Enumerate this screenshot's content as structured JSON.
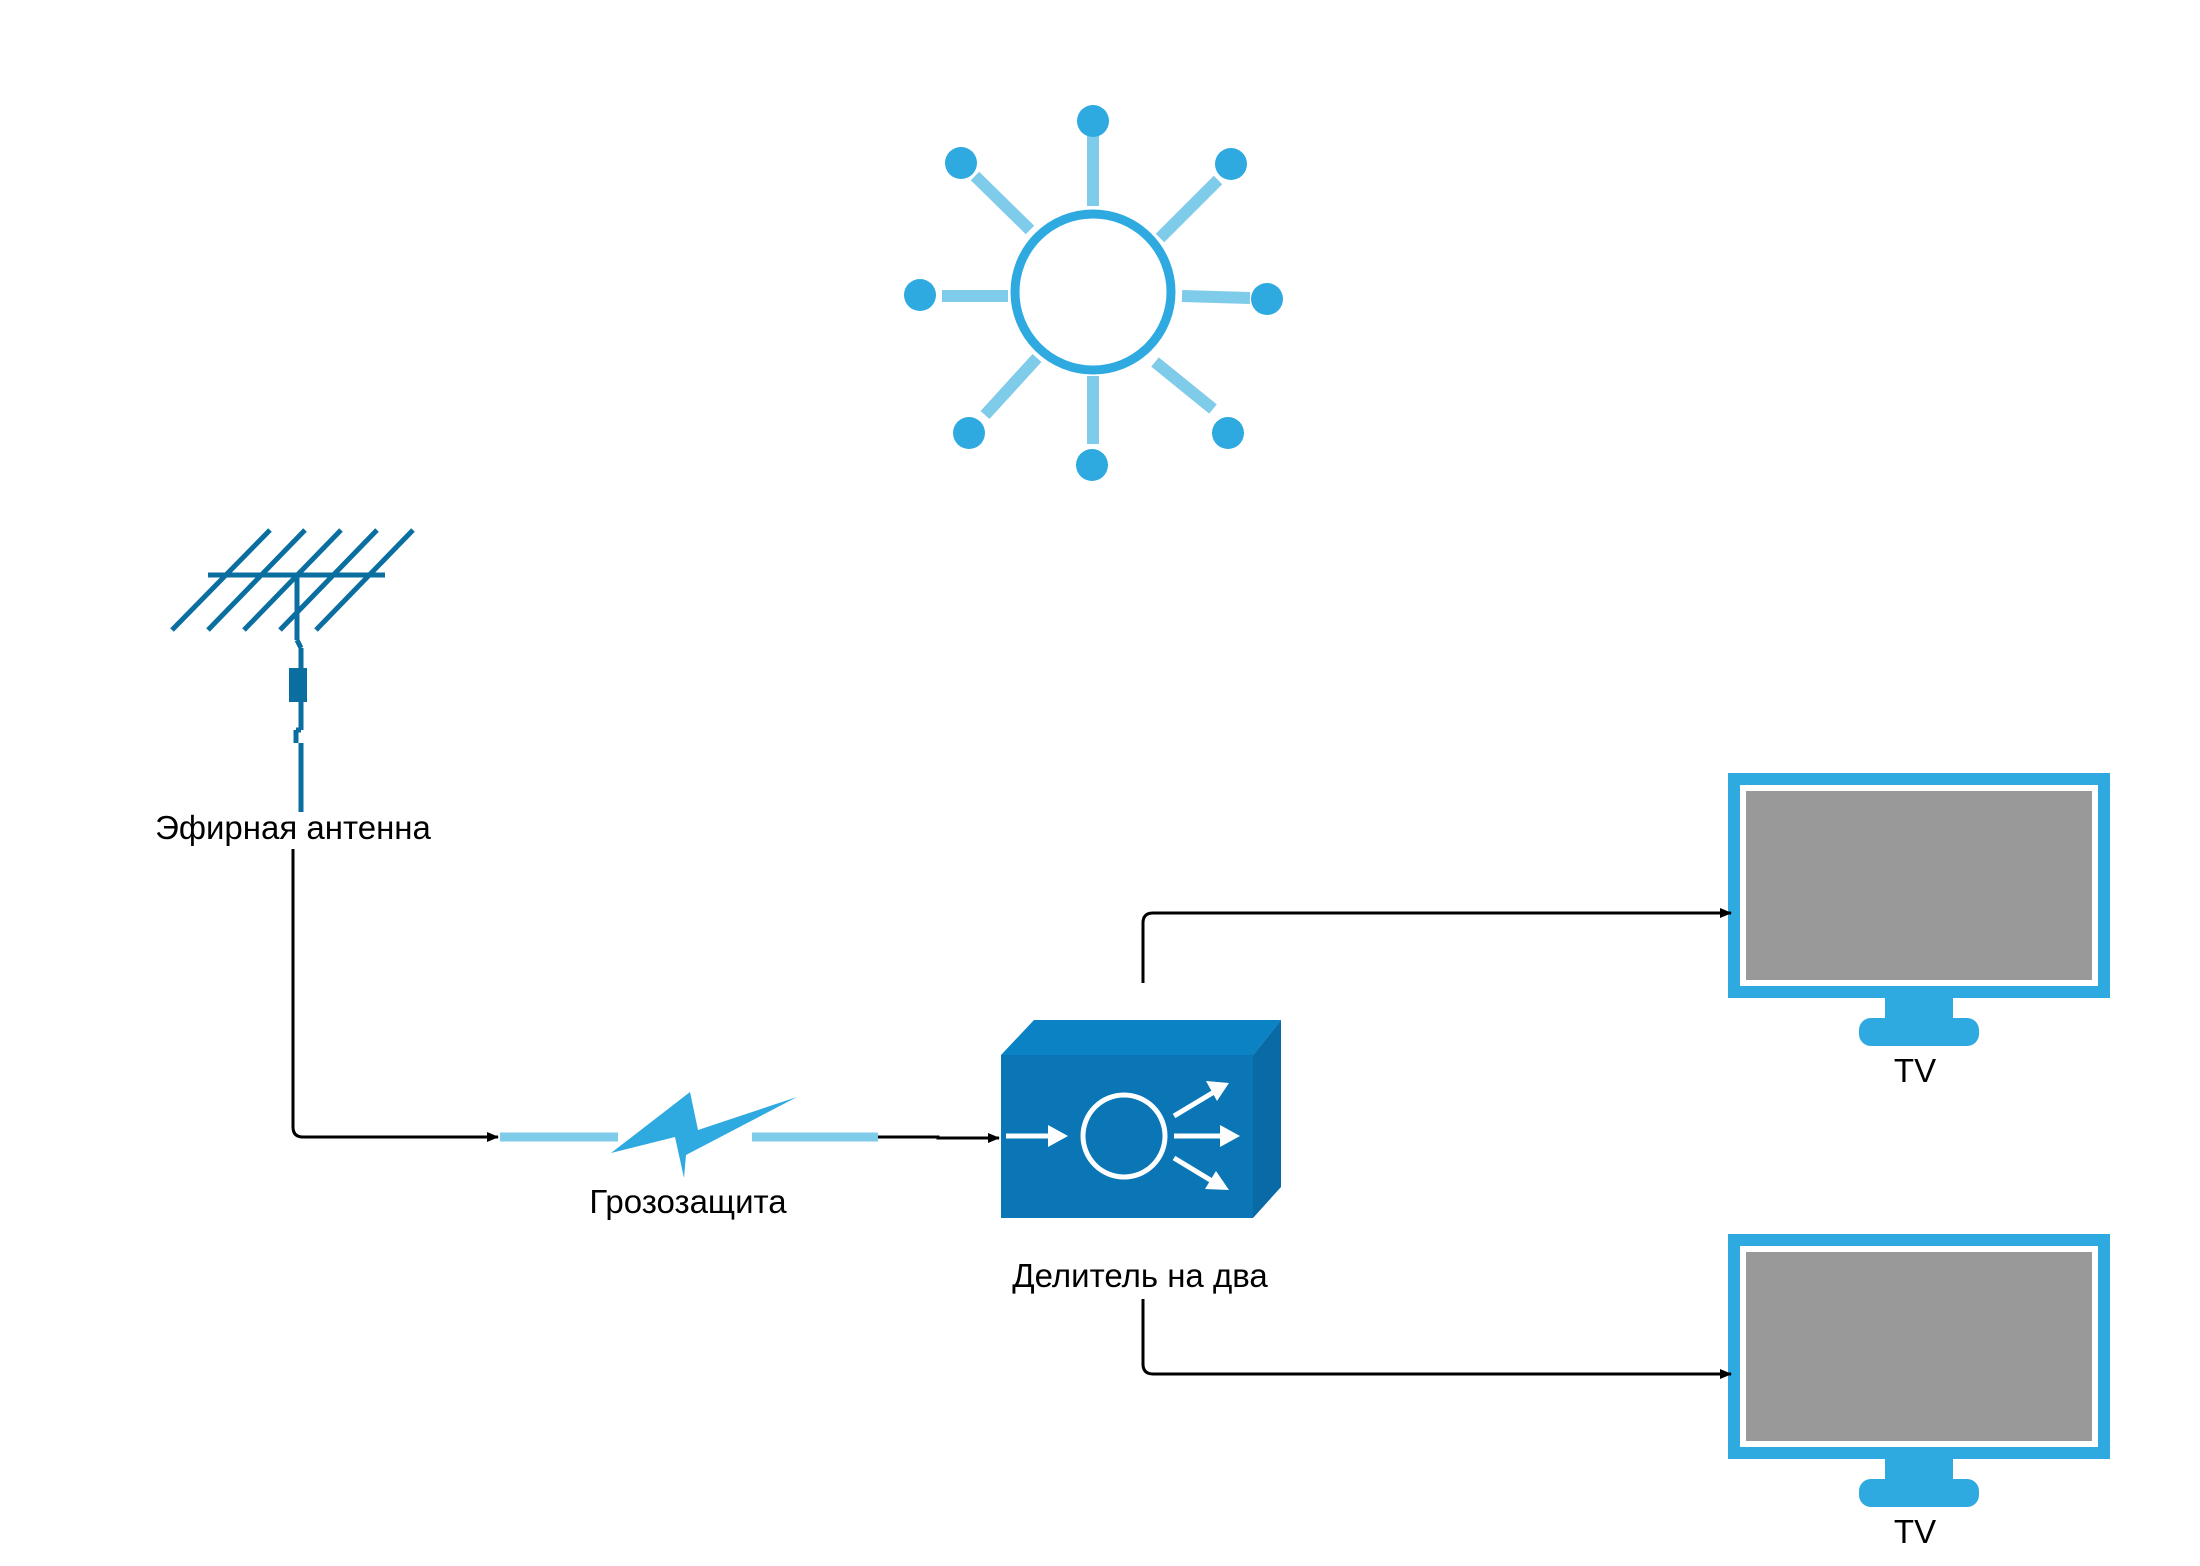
{
  "nodes": {
    "antenna": {
      "label": "Эфирная антенна"
    },
    "lightning_protection": {
      "label": "Грозозащита"
    },
    "splitter": {
      "label": "Делитель на два"
    },
    "tv_top": {
      "label": "TV"
    },
    "tv_bottom": {
      "label": "TV"
    }
  },
  "colors": {
    "antenna": "#0A6EA0",
    "hub_ring": "#2EAAE1",
    "hub_spokes": "#7FCBEA",
    "lightning_bolt": "#2EAAE1",
    "lightning_lines": "#7FCBEA",
    "splitter_front": "#0A76B6",
    "splitter_top": "#0B82C4",
    "splitter_side": "#0A6AA6",
    "tv_frame": "#2EAAE1",
    "tv_screen": "#999999",
    "connector": "#000000",
    "text": "#000000"
  },
  "icons": [
    "network-hub-icon",
    "antenna-icon",
    "lightning-icon",
    "splitter-icon",
    "tv-icon"
  ]
}
